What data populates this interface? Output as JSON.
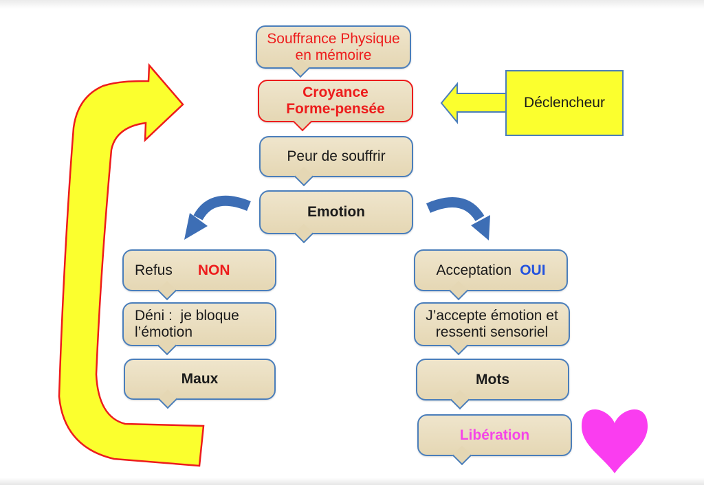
{
  "page": {
    "background": "#FFFFFF"
  },
  "colors": {
    "box_fill": "#EADFC2",
    "box_border_blue": "#4A7EBB",
    "accent_red": "#ED1C1C",
    "accent_blue_text": "#2353DE",
    "arrow_yellow": "#FBFF2E",
    "branch_arrow_blue": "#3D6EB5",
    "liberation_magenta": "#F545E8",
    "heart_magenta": "#FA3DF0",
    "text_black": "#1A1A1A"
  },
  "nodes": {
    "souffrance": {
      "line1": "Souffrance Physique",
      "line2": "en mémoire"
    },
    "croyance": {
      "line1": "Croyance",
      "line2": "Forme-pensée"
    },
    "declencheur": {
      "label": "Déclencheur"
    },
    "peur": {
      "label": "Peur de souffrir"
    },
    "emotion": {
      "label": "Emotion"
    },
    "refus": {
      "label": "Refus",
      "badge": "NON"
    },
    "deni": {
      "line1": "Déni :  je bloque",
      "line2": "l’émotion"
    },
    "maux": {
      "label": "Maux"
    },
    "acceptation": {
      "label": "Acceptation",
      "badge": "OUI"
    },
    "jaccepte": {
      "line1": "J’accepte émotion et",
      "line2": "ressenti sensoriel"
    },
    "mots": {
      "label": "Mots"
    },
    "liberation": {
      "label": "Libération"
    }
  }
}
